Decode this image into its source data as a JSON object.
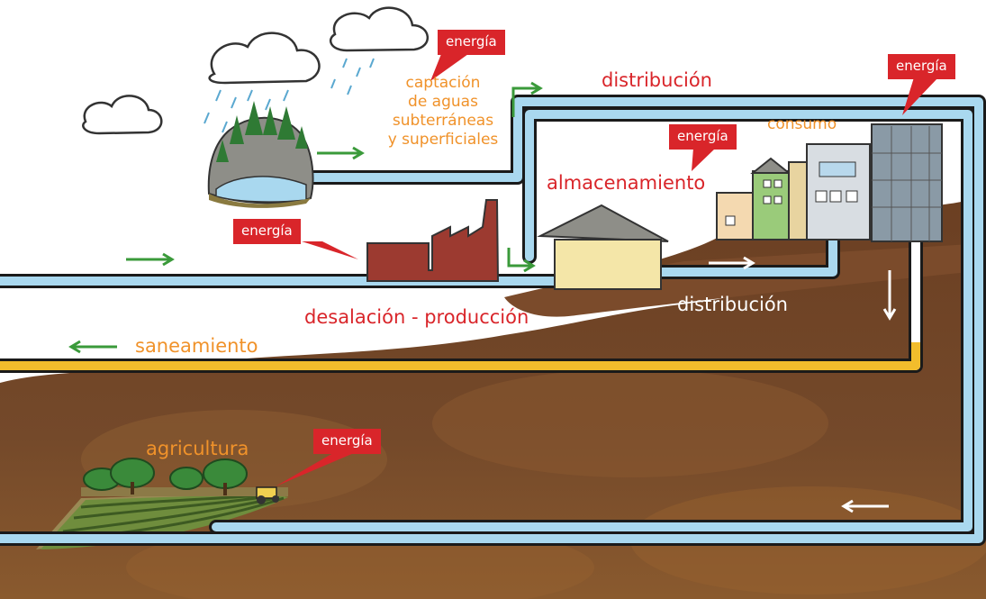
{
  "labels": {
    "captacion": [
      "captación",
      "de aguas",
      "subterráneas",
      "y superficiales"
    ],
    "distribucion_top": "distribución",
    "distribucion_bottom": "distribución",
    "consumo": "consumo",
    "almacenamiento": "almacenamiento",
    "desalacion": "desalación - producción",
    "saneamiento": "saneamiento",
    "agricultura": "agricultura"
  },
  "energy_tags": [
    "energía",
    "energía",
    "energía",
    "energía",
    "energía"
  ],
  "colors": {
    "label_orange": "#f0922a",
    "label_red": "#d9252a",
    "energy_tag": "#d9252a",
    "pipe_water": "#a9d8ef",
    "pipe_waste": "#f2bd2c",
    "flow_arrow_green": "#3a9a3a",
    "ground": "#6e4327"
  }
}
